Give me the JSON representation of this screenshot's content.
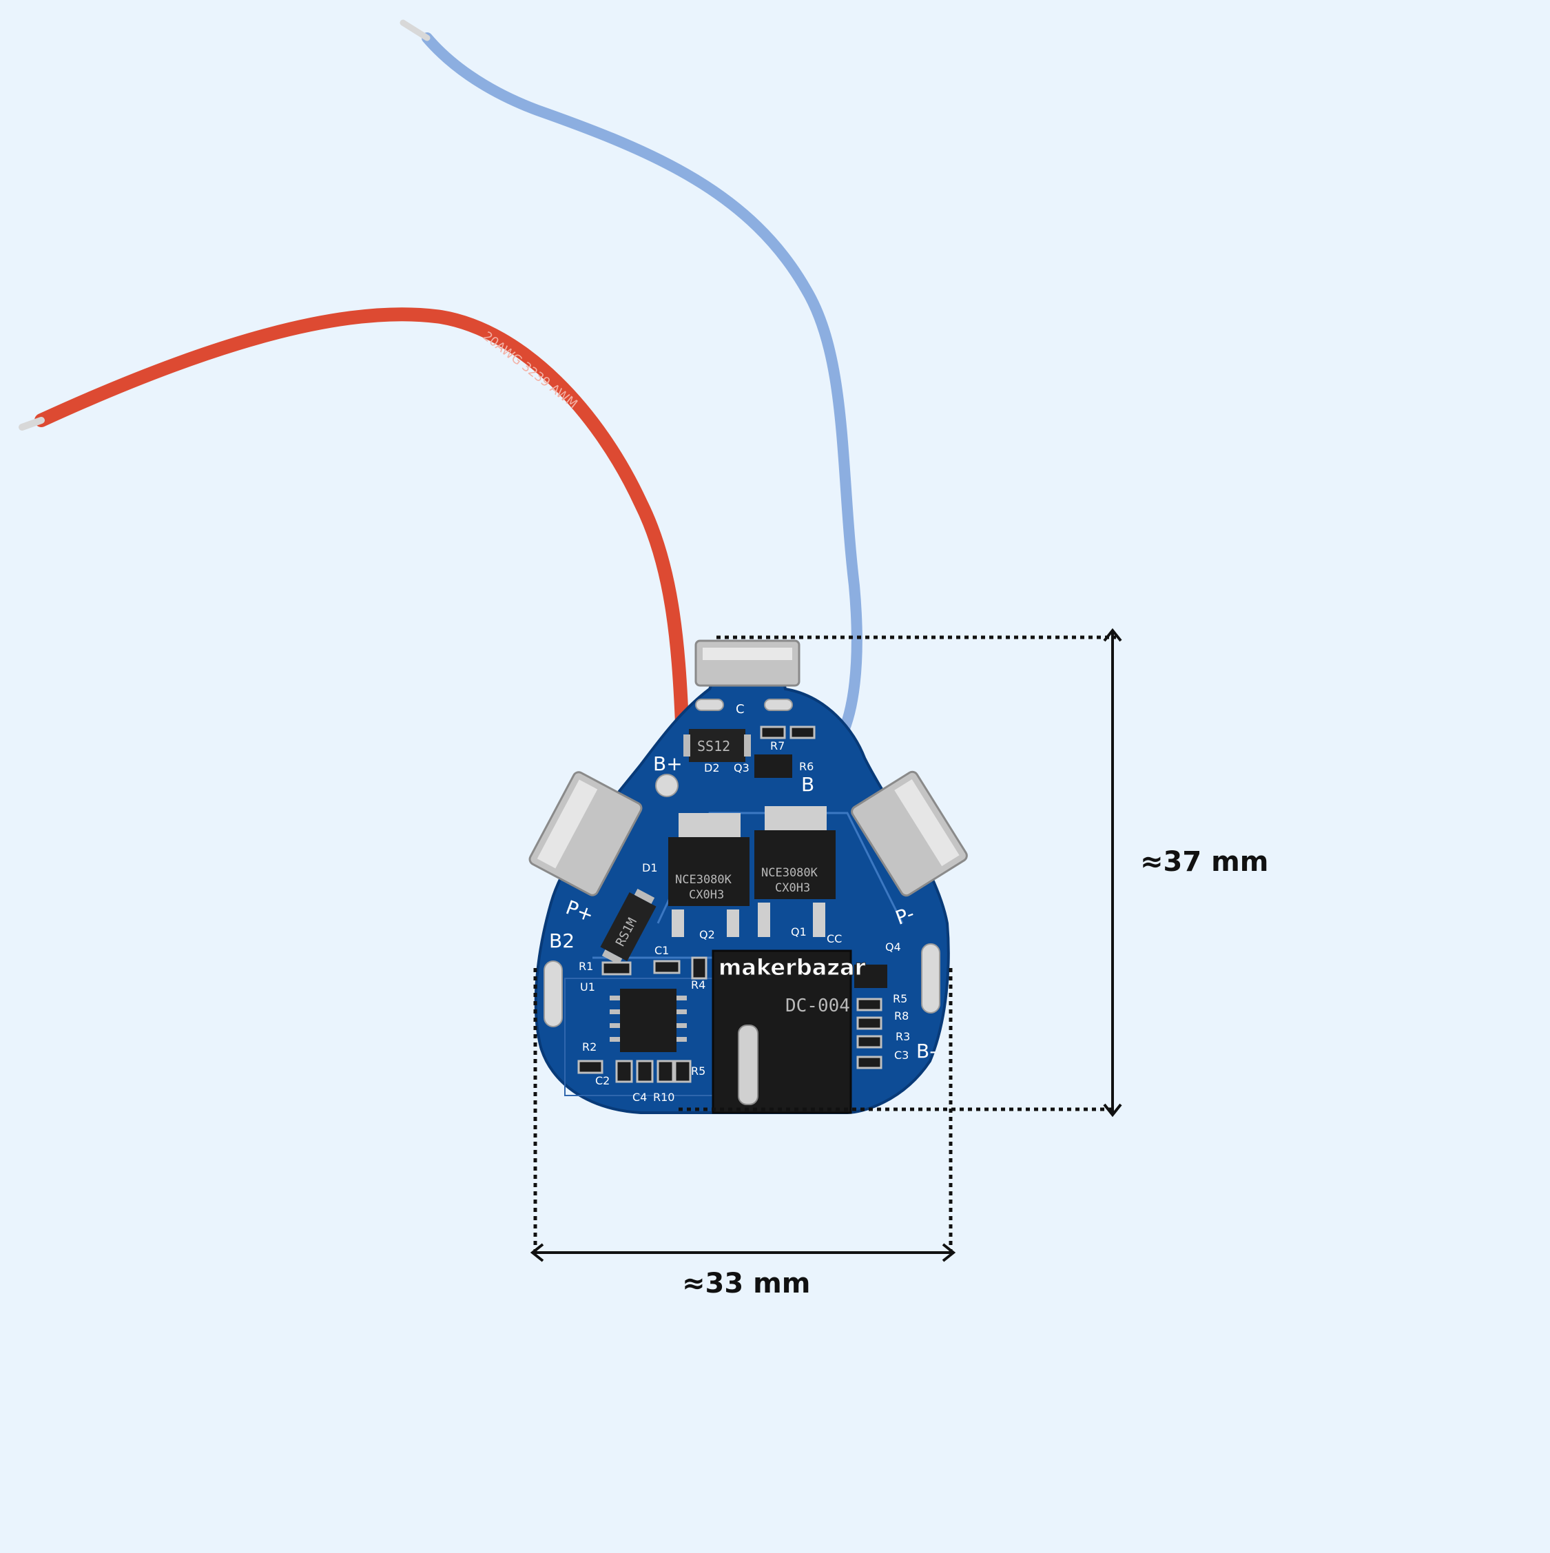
{
  "colors": {
    "background": "#eaf4fd",
    "pcb": "#0d4c96",
    "pcb_dark": "#083a78",
    "wire_red": "#dd4a32",
    "wire_blue": "#8caee0",
    "nickel": "#c4c4c4",
    "dimension": "#111111"
  },
  "dimensions": {
    "height_label": "≈37 mm",
    "width_label": "≈33 mm"
  },
  "brand": {
    "logo_text": "makerbazar"
  },
  "wires": {
    "red_print": "20AWG 3239 AWM"
  },
  "board": {
    "labels": {
      "b_plus": "B+",
      "b": "B",
      "p_plus": "P+",
      "p_minus": "P-",
      "b2": "B2",
      "b_minus": "B-",
      "c": "C",
      "cc": "CC"
    },
    "component_refs": {
      "d1": "D1",
      "d2": "D2",
      "q1": "Q1",
      "q2": "Q2",
      "q3": "Q3",
      "q4": "Q4",
      "r1": "R1",
      "r2": "R2",
      "r3": "R3",
      "r4": "R4",
      "r5_left": "R5",
      "r5_right": "R5",
      "r6": "R6",
      "r7": "R7",
      "r8": "R8",
      "r10": "R10",
      "c1": "C1",
      "c2": "C2",
      "c3": "C3",
      "c4": "C4",
      "u1": "U1"
    },
    "chip_markings": {
      "diode_top": "SS12",
      "diode_side": "RS1M",
      "mosfet_left_line1": "NCE3080K",
      "mosfet_left_line2": "CX0H3",
      "mosfet_right_line1": "NCE3080K",
      "mosfet_right_line2": "CX0H3",
      "connector": "DC-004"
    }
  }
}
